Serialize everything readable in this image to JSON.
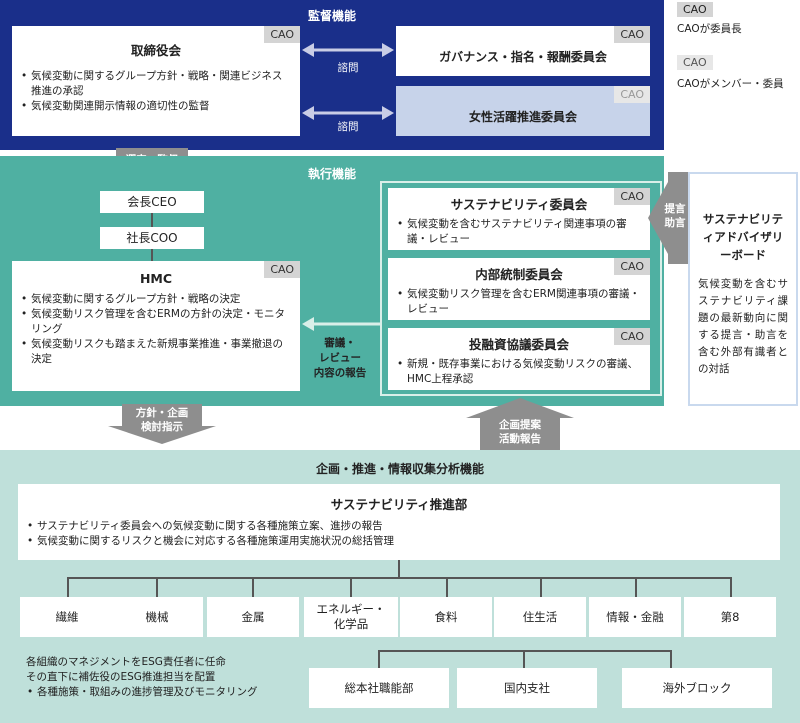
{
  "legend": {
    "chair_tag": "CAO",
    "chair_text": "CAOが委員長",
    "member_tag": "CAO",
    "member_text": "CAOがメンバー・委員"
  },
  "supervision": {
    "heading": "監督機能",
    "board": {
      "tag": "CAO",
      "title": "取締役会",
      "items": [
        "気候変動に関するグループ方針・戦略・関連ビジネス推進の承認",
        "気候変動関連開示情報の適切性の監督"
      ]
    },
    "governance": {
      "tag": "CAO",
      "title": "ガバナンス・指名・報酬委員会"
    },
    "women": {
      "tag": "CAO",
      "title": "女性活躍推進委員会"
    },
    "consult1": "諮問",
    "consult2": "諮問"
  },
  "select_arrow": "選定・監督",
  "execution": {
    "heading": "執行機能",
    "ceo": "会長CEO",
    "coo": "社長COO",
    "hmc": {
      "tag": "CAO",
      "title": "HMC",
      "items": [
        "気候変動に関するグループ方針・戦略の決定",
        "気候変動リスク管理を含むERMの方針の決定・モニタリング",
        "気候変動リスクも踏まえた新規事業推進・事業撤退の決定"
      ]
    },
    "report_arrow": [
      "審議・",
      "レビュー",
      "内容の報告"
    ],
    "sustain_committee": {
      "tag": "CAO",
      "title": "サステナビリティ委員会",
      "items": [
        "気候変動を含むサステナビリティ関連事項の審議・レビュー"
      ]
    },
    "internal_committee": {
      "tag": "CAO",
      "title": "内部統制委員会",
      "items": [
        "気候変動リスク管理を含むERM関連事項の審議・レビュー"
      ]
    },
    "invest_committee": {
      "tag": "CAO",
      "title": "投融資協議委員会",
      "items": [
        "新規・既存事業における気候変動リスクの審議、HMC上程承認"
      ]
    }
  },
  "proposal_arrow": [
    "提言",
    "助言"
  ],
  "advisory": {
    "title": "サステナビリティアドバイザリーボード",
    "body": "気候変動を含むサステナビリティ課題の最新動向に関する提言・助言を含む外部有識者との対話"
  },
  "policy_arrow": [
    "方針・企画",
    "検討指示"
  ],
  "plan_arrow": [
    "企画提案",
    "活動報告"
  ],
  "planning": {
    "heading": "企画・推進・情報収集分析機能",
    "dept": {
      "title": "サステナビリティ推進部",
      "items": [
        "サステナビリティ委員会への気候変動に関する各種施策立案、進捗の報告",
        "気候変動に関するリスクと機会に対応する各種施策運用実施状況の総括管理"
      ]
    },
    "groups": [
      "繊維",
      "機械",
      "金属",
      "エネルギー・\n化学品",
      "食料",
      "住生活",
      "情報・金融",
      "第8"
    ],
    "bottom_groups": [
      "総本社職能部",
      "国内支社",
      "海外ブロック"
    ],
    "note_lines": [
      "各組織のマネジメントをESG責任者に任命",
      "その直下に補佐役のESG推進担当を配置"
    ],
    "note_bullet": "各種施策・取組みの進捗管理及びモニタリング"
  },
  "colors": {
    "navy": "#1a2f8a",
    "teal": "#4fb0a2",
    "mint": "#bfe0da",
    "grey_arrow": "#8e8e8e"
  }
}
